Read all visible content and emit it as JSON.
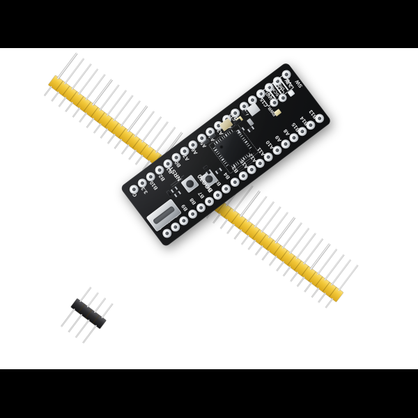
{
  "scene": {
    "description": "Product photo of a STM32 black pill development board with two yellow 1x20 pin header strips and one small black 1x4 header on a white background",
    "background_color": "#ffffff",
    "letterbox_color": "#000000",
    "board_color": "#16171a",
    "header_plastic_color": "#f2c833",
    "small_header_plastic_color": "#2a2a2c",
    "pin_metal_color": "#e8e8e8",
    "pad_color": "#eceff2",
    "silkscreen_color": "#f3f4f5"
  },
  "board": {
    "name": "stm32-black-pill",
    "left_pin_labels": [
      "G",
      "3.3",
      "B10",
      "B2",
      "B1",
      "B0",
      "A7",
      "A6",
      "A5",
      "A4",
      "A3",
      "A2",
      "A1",
      "A0",
      "R",
      "C15",
      "C14",
      "C13",
      "VB"
    ],
    "right_pin_labels": [
      "G",
      "3.3",
      "5V",
      "B9",
      "B8",
      "B7",
      "B6",
      "B5",
      "B4",
      "B3",
      "A15",
      "A12",
      "A11",
      "A10",
      "A9",
      "A8",
      "B15",
      "B14",
      "B13"
    ],
    "swd_header_labels": [
      "GND",
      "SCK",
      "DIO",
      "3.3V"
    ],
    "swd_header_title": "SW",
    "buttons": [
      {
        "label": "NRST",
        "name": "nrst-button"
      },
      {
        "label": "BOOT0",
        "name": "boot0-button"
      }
    ],
    "leds": [
      {
        "label": "C13",
        "name": "c13-led"
      },
      {
        "label": "PWR",
        "name": "pwr-led"
      }
    ],
    "connector": "usb-c",
    "mcu": "qfn-microcontroller"
  },
  "headers": [
    {
      "name": "pin-header-left",
      "pins": 20,
      "color": "#f2c833",
      "orientation": "diagonal"
    },
    {
      "name": "pin-header-right",
      "pins": 20,
      "color": "#f2c833",
      "orientation": "diagonal"
    },
    {
      "name": "pin-header-small",
      "pins": 4,
      "color": "#2a2a2c",
      "orientation": "diagonal"
    }
  ]
}
